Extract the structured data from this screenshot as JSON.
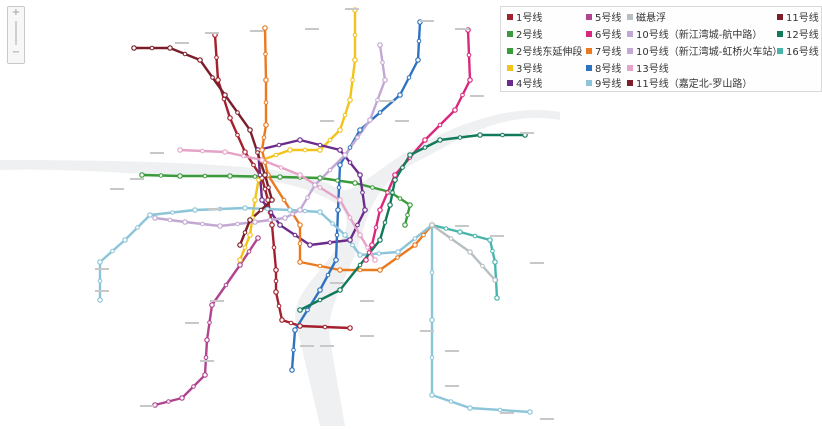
{
  "legend": {
    "items": [
      {
        "label": "1号线",
        "color": "#a3202d"
      },
      {
        "label": "2号线",
        "color": "#3a9b3a"
      },
      {
        "label": "2号线东延伸段",
        "color": "#3a9b3a"
      },
      {
        "label": "3号线",
        "color": "#f2c31a"
      },
      {
        "label": "4号线",
        "color": "#6b2a8c"
      },
      {
        "label": "5号线",
        "color": "#b0448f"
      },
      {
        "label": "6号线",
        "color": "#d9277e"
      },
      {
        "label": "7号线",
        "color": "#ea7a1f"
      },
      {
        "label": "8号线",
        "color": "#2f73c0"
      },
      {
        "label": "9号线",
        "color": "#8cc5d9"
      },
      {
        "label": "磁悬浮",
        "color": "#b7bfc2"
      },
      {
        "label": "10号线（新江湾城-航中路）",
        "color": "#c2a8d3"
      },
      {
        "label": "10号线（新江湾城-虹桥火车站）",
        "color": "#c2a8d3"
      },
      {
        "label": "13号线",
        "color": "#e6a3c8"
      },
      {
        "label": "11号线（嘉定北-罗山路）",
        "color": "#7b1e2a"
      },
      {
        "label": "11号线（",
        "color": "#7b1e2a"
      },
      {
        "label": "12号线",
        "color": "#117a5a"
      },
      {
        "label": "16号线",
        "color": "#48b5ad"
      }
    ]
  },
  "map": {
    "line_colors": {
      "line1": "#a3202d",
      "line2": "#3a9b3a",
      "line3": "#f2c31a",
      "line4": "#6b2a8c",
      "line5": "#b0448f",
      "line6": "#d9277e",
      "line7": "#ea7a1f",
      "line8": "#2f73c0",
      "line9": "#8cc5d9",
      "line10": "#c2a8d3",
      "line11": "#7b1e2a",
      "line12": "#117a5a",
      "line13": "#e6a3c8",
      "line16": "#48b5ad",
      "maglev": "#b7bfc2",
      "river": "#eef0f2"
    }
  },
  "icons": {
    "zoom": "zoom-control-icon"
  }
}
